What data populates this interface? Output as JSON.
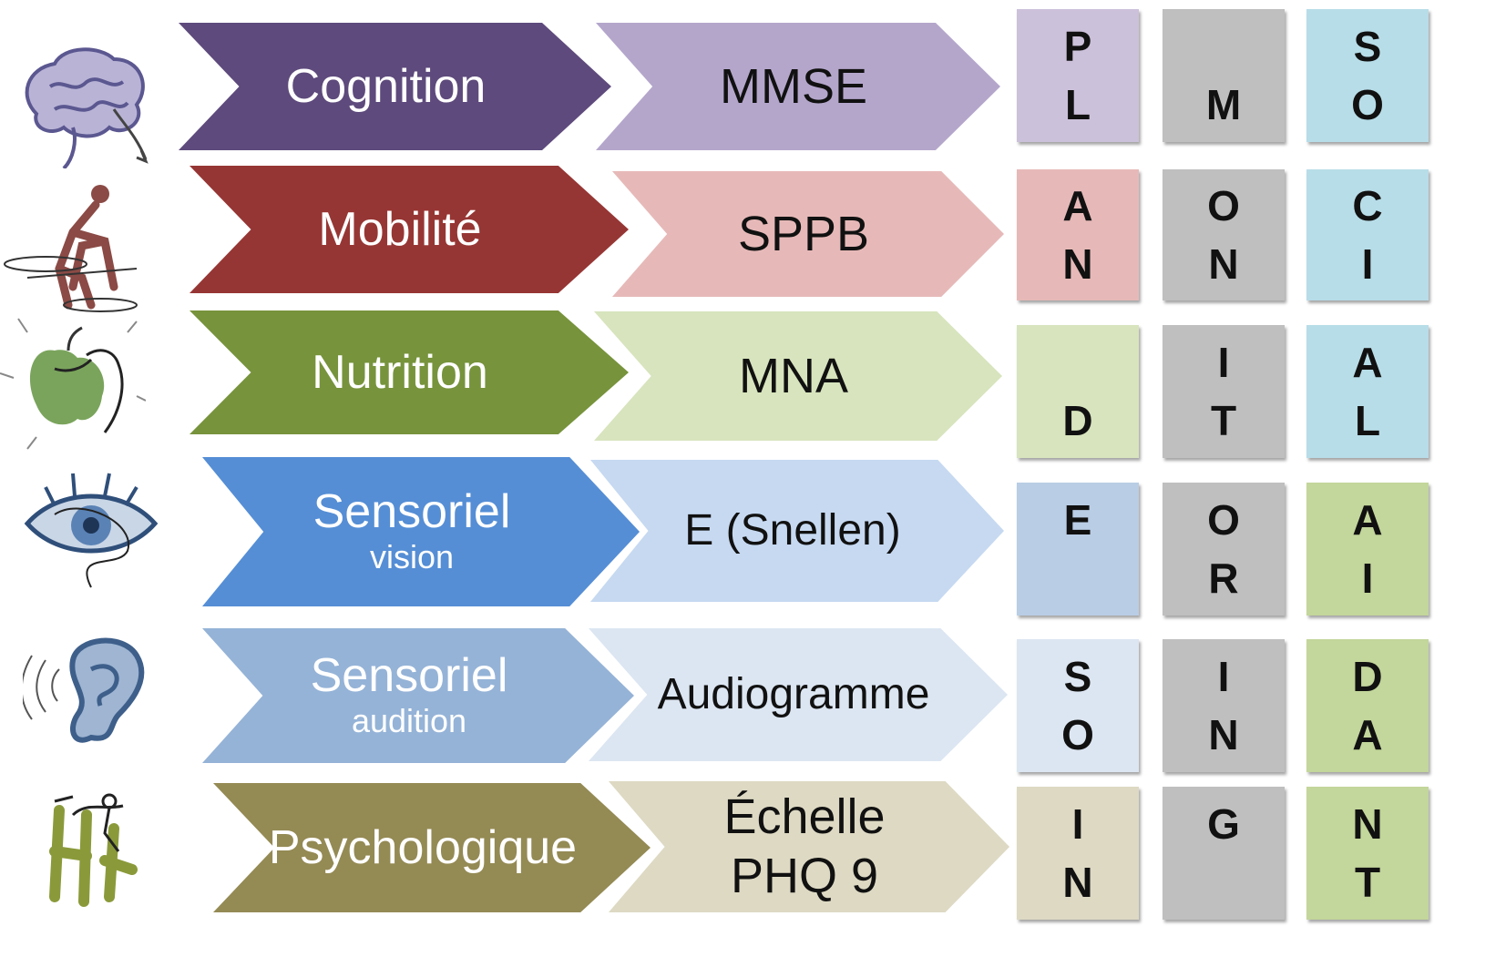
{
  "rows": [
    {
      "category": "Cognition",
      "sub": "",
      "tool": [
        "MMSE"
      ],
      "cat_color": "#5e4a7c",
      "tool_color": "#b4a6cb",
      "icon": "brain-icon"
    },
    {
      "category": "Mobilité",
      "sub": "",
      "tool": [
        "SPPB"
      ],
      "cat_color": "#963634",
      "tool_color": "#e6b9b8",
      "icon": "walker-person-icon"
    },
    {
      "category": "Nutrition",
      "sub": "",
      "tool": [
        "MNA"
      ],
      "cat_color": "#77933c",
      "tool_color": "#d7e4bd",
      "icon": "apple-icon"
    },
    {
      "category": "Sensoriel",
      "sub": "vision",
      "tool": [
        "E (Snellen)"
      ],
      "cat_color": "#558ed5",
      "tool_color": "#c6d9f1",
      "icon": "eye-icon"
    },
    {
      "category": "Sensoriel",
      "sub": "audition",
      "tool": [
        "Audiogramme"
      ],
      "cat_color": "#95b3d7",
      "tool_color": "#dce6f2",
      "icon": "ear-icon"
    },
    {
      "category": "Psychologique",
      "sub": "",
      "tool": [
        "Échelle",
        "PHQ 9"
      ],
      "cat_color": "#948a54",
      "tool_color": "#ddd9c3",
      "icon": "figures-icon"
    }
  ],
  "columns": [
    {
      "name": "plan-de-soin",
      "tiles": [
        {
          "letters": [
            "P",
            "L"
          ],
          "color": "#ccc1da"
        },
        {
          "letters": [
            "A",
            "N"
          ],
          "color": "#e6b9b8"
        },
        {
          "letters": [
            "",
            "D"
          ],
          "color": "#d7e4bd"
        },
        {
          "letters": [
            "E",
            ""
          ],
          "color": "#b9cde5"
        },
        {
          "letters": [
            "S",
            "O"
          ],
          "color": "#dce6f2"
        },
        {
          "letters": [
            "I",
            "N"
          ],
          "color": "#ddd9c3"
        }
      ]
    },
    {
      "name": "monitoring",
      "tiles": [
        {
          "letters": [
            "",
            "M"
          ],
          "color": "#bfbfbf"
        },
        {
          "letters": [
            "O",
            "N"
          ],
          "color": "#bfbfbf"
        },
        {
          "letters": [
            "I",
            "T"
          ],
          "color": "#bfbfbf"
        },
        {
          "letters": [
            "O",
            "R"
          ],
          "color": "#bfbfbf"
        },
        {
          "letters": [
            "I",
            "N"
          ],
          "color": "#bfbfbf"
        },
        {
          "letters": [
            "G",
            ""
          ],
          "color": "#bfbfbf"
        }
      ]
    },
    {
      "name": "social-aidant",
      "tiles": [
        {
          "letters": [
            "S",
            "O"
          ],
          "color": "#b7dde8"
        },
        {
          "letters": [
            "C",
            "I"
          ],
          "color": "#b7dde8"
        },
        {
          "letters": [
            "A",
            "L"
          ],
          "color": "#b7dde8"
        },
        {
          "letters": [
            "A",
            "I"
          ],
          "color": "#c3d69b"
        },
        {
          "letters": [
            "D",
            "A"
          ],
          "color": "#c3d69b"
        },
        {
          "letters": [
            "N",
            "T"
          ],
          "color": "#c3d69b"
        }
      ]
    }
  ]
}
